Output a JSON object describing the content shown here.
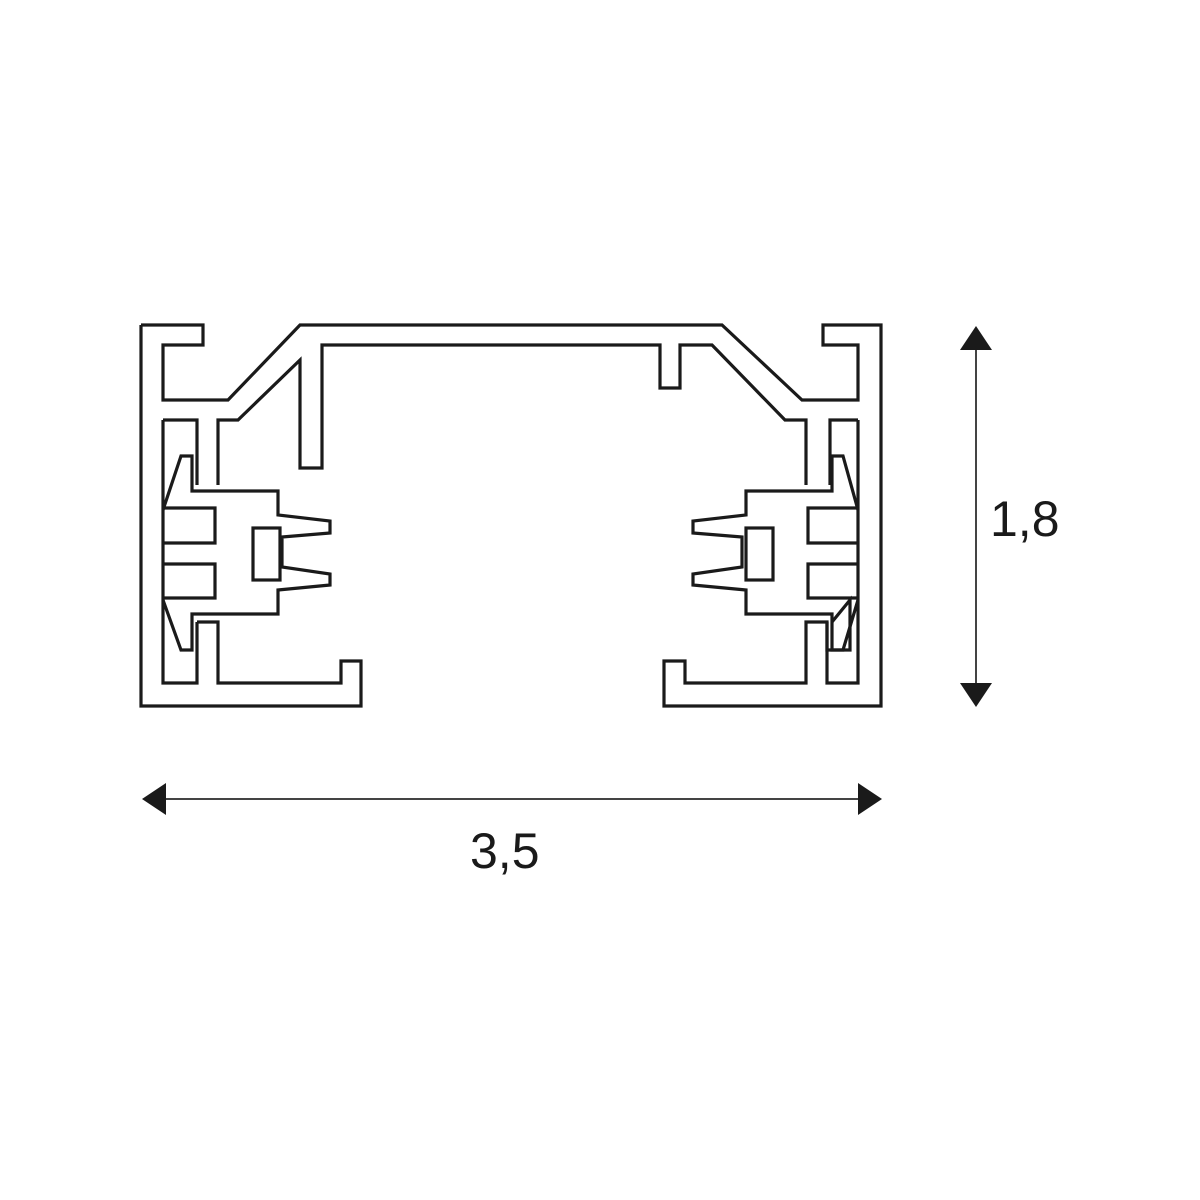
{
  "diagram": {
    "type": "technical cross-section drawing",
    "subject": "track profile (rail) cross-section with dimensions",
    "stroke_color": "#1a1a1a",
    "background": "#ffffff",
    "dimensions": {
      "height": {
        "value": "1,8",
        "orientation": "vertical",
        "arrow": "double-headed"
      },
      "width": {
        "value": "3,5",
        "orientation": "horizontal",
        "arrow": "double-headed"
      }
    }
  }
}
